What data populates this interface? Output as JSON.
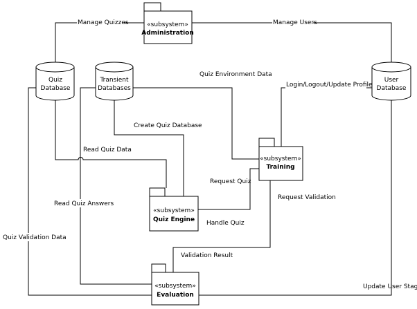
{
  "nodes": {
    "administration": {
      "stereotype": "«subsystem»",
      "name": "Administration"
    },
    "training": {
      "stereotype": "«subsystem»",
      "name": "Training"
    },
    "quiz_engine": {
      "stereotype": "«subsystem»",
      "name": "Quiz Engine"
    },
    "evaluation": {
      "stereotype": "«subsystem»",
      "name": "Evaluation"
    },
    "quiz_database": {
      "line1": "Quiz",
      "line2": "Database"
    },
    "transient_databases": {
      "line1": "Transient",
      "line2": "Databases"
    },
    "user_database": {
      "line1": "User",
      "line2": "Database"
    }
  },
  "edges": {
    "manage_quizzes": "Manage Quizzes",
    "manage_users": "Manage Users",
    "quiz_environment_data": "Quiz Environment Data",
    "login_logout": "Login/Logout/Update Profile",
    "create_quiz_database": "Create Quiz Database",
    "read_quiz_data": "Read Quiz Data",
    "request_quiz": "Request Quiz",
    "request_validation": "Request Validation",
    "read_quiz_answers": "Read Quiz Answers",
    "handle_quiz": "Handle Quiz",
    "quiz_validation_data": "Quiz Validation Data",
    "validation_result": "Validation Result",
    "update_user_stage": "Update User Stage"
  }
}
